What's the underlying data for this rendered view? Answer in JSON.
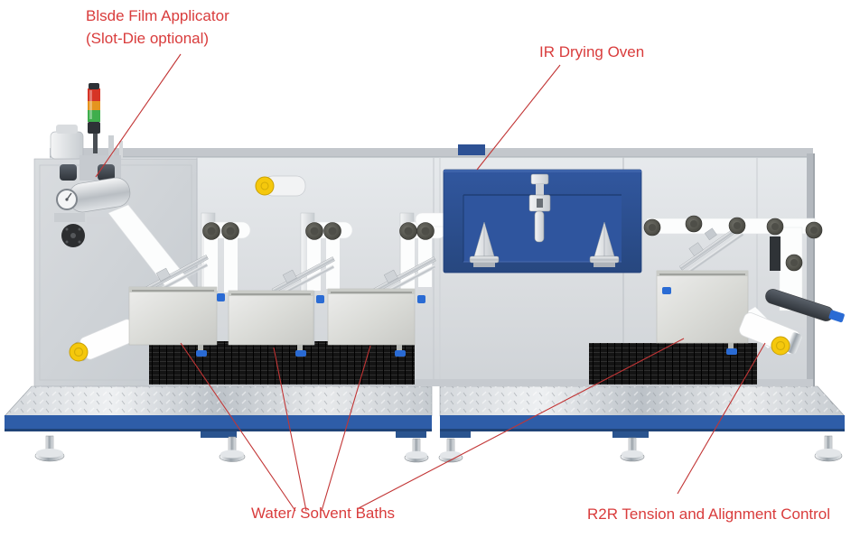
{
  "figure": {
    "kind": "annotated machine diagram",
    "subject": "roll-to-roll coating line with labeled components"
  },
  "annotations": {
    "text_color": "#d93c3c",
    "line_color": "#c23535",
    "labels": {
      "blade": {
        "line1": "Blsde Film Applicator",
        "line2": "(Slot-Die optional)"
      },
      "oven": {
        "text": "IR Drying Oven"
      },
      "baths": {
        "text": "Water/ Solvent Baths"
      },
      "r2r": {
        "text": "R2R Tension and Alignment Control"
      }
    }
  },
  "colors": {
    "oven_blue": "#2d5194",
    "oven_blue_inner": "#2f559e",
    "platform_blue": "#2e5da8",
    "platform_blue_dark": "#1f4377",
    "panel_gray": "#d8dbde",
    "bath_steel": "#dcddd9",
    "fin_black": "#141414",
    "yellow_cap": "#f5c80c",
    "valve_blue": "#2a6bd4",
    "signal_red": "#d63426",
    "signal_amber": "#e5941e",
    "signal_green": "#3fae4c",
    "web_white": "#fcfdfd"
  }
}
